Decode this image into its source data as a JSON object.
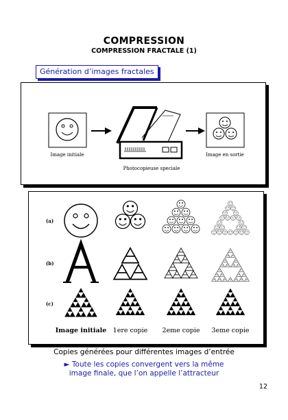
{
  "slide": {
    "title": "COMPRESSION",
    "subtitle": "COMPRESSION FRACTALE (1)",
    "section_label": "Génération d’images fractales",
    "caption": "Copies générées pour différentes images d’entrée",
    "bullet_marker": "►",
    "bullet_line1": "Toute les copies convergent vers la même",
    "bullet_line2": "image finale, que l’on appelle l’attracteur",
    "page_number": "12"
  },
  "diagram": {
    "input_label": "Image initiale",
    "machine_label": "Photocopieuse speciale",
    "output_label": "Image en sortie"
  },
  "figure": {
    "row_labels": [
      "(a)",
      "(b)",
      "(c)"
    ],
    "column_labels": [
      "Image initiale",
      "1ere copie",
      "2eme copie",
      "3eme copie"
    ]
  }
}
